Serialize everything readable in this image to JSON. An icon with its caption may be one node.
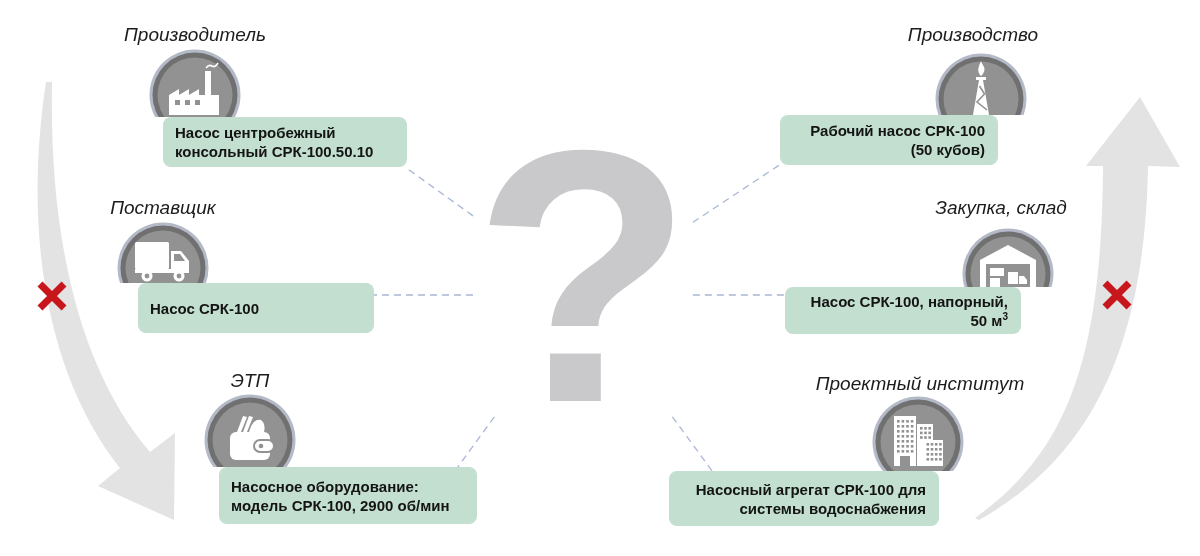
{
  "diagram": {
    "nodes": [
      {
        "text": [
          "Производитель",
          "Насос центробежный консольный СРК-100.50.10"
        ]
      },
      {
        "text": [
          "Поставщик",
          "Насос СРК-100"
        ]
      },
      {
        "text": [
          "ЭТП",
          "Насосное оборудование: модель СРК-100, 2900 об/мин"
        ]
      },
      {
        "text": [
          "?"
        ]
      },
      {
        "text": [
          "Производство",
          "Рабочий насос СРК-100 (50 кубов)"
        ]
      },
      {
        "text": [
          "Закупка, склад",
          "Насос СРК-100, напорный, 50 м$^{3}$"
        ]
      },
      {
        "text": [
          "Проектный институт",
          "Насосный агрегат СРК-100 для системы водоснабжения"
        ]
      }
    ],
    "edges": [
      {
        "from": 3,
        "to": 0,
        "arrow": "none",
        "style": "dashed"
      },
      {
        "from": 3,
        "to": 1,
        "arrow": "none",
        "style": "dashed"
      },
      {
        "from": 3,
        "to": 2,
        "arrow": "none",
        "style": "dashed"
      },
      {
        "from": 3,
        "to": 4,
        "arrow": "none",
        "style": "dashed"
      },
      {
        "from": 3,
        "to": 5,
        "arrow": "none",
        "style": "dashed"
      },
      {
        "from": 3,
        "to": 6,
        "arrow": "none",
        "style": "dashed"
      }
    ]
  }
}
